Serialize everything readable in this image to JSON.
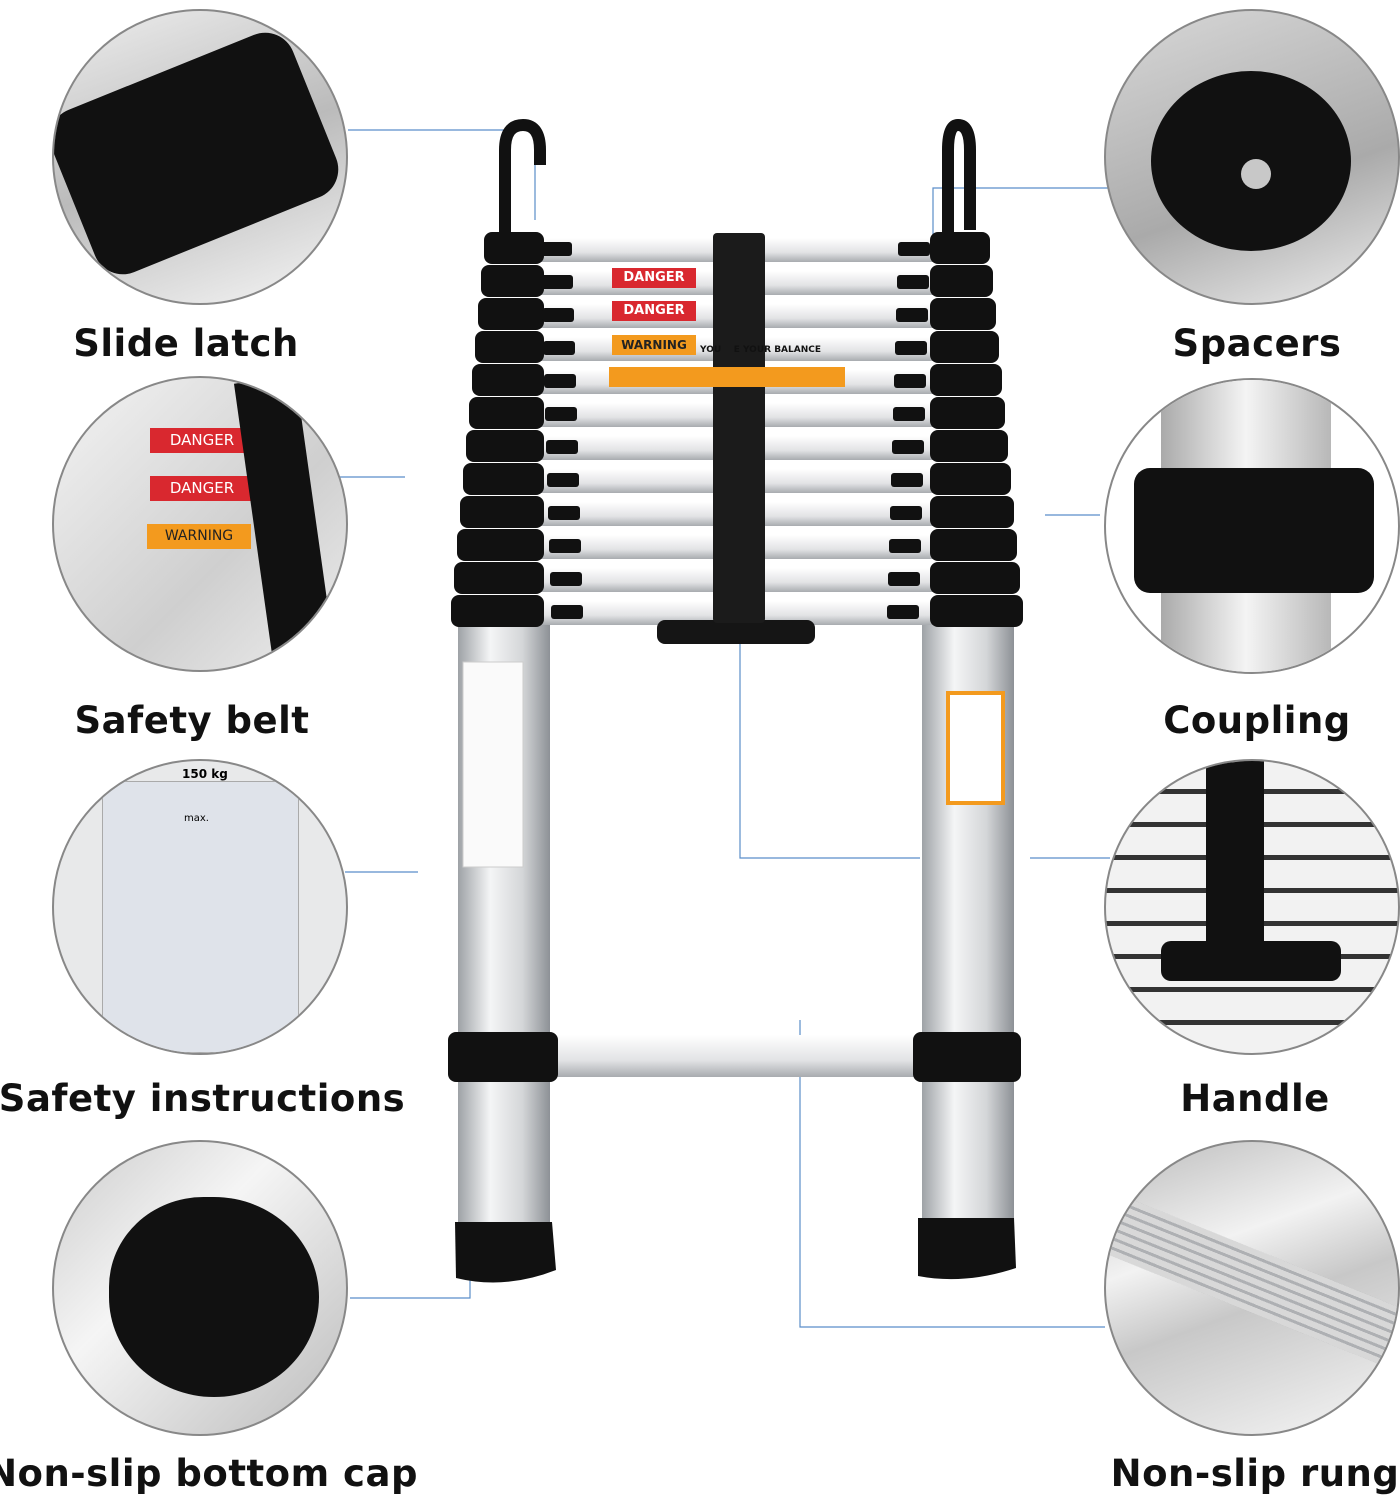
{
  "features": {
    "left": [
      {
        "label": "Slide latch",
        "icon": "slide-latch"
      },
      {
        "label": "Safety belt",
        "icon": "safety-belt"
      },
      {
        "label": "Safety instructions",
        "icon": "safety-instructions"
      },
      {
        "label": "Non-slip bottom cap",
        "icon": "bottom-cap"
      }
    ],
    "right": [
      {
        "label": "Spacers",
        "icon": "spacer"
      },
      {
        "label": "Coupling",
        "icon": "coupling"
      },
      {
        "label": "Handle",
        "icon": "handle"
      },
      {
        "label": "Non-slip rung",
        "icon": "rung"
      }
    ]
  },
  "stickers": {
    "danger": "DANGER",
    "warning": "WARNING",
    "balance": "YOU    E YOUR BALANCE",
    "max_load": "150 kg",
    "max_prefix": "max."
  },
  "colors": {
    "danger": "#d9282f",
    "warning": "#f39a1e",
    "rail_black": "#111111",
    "aluminum": "#d6d8da",
    "connector": "#5b8ec9"
  }
}
